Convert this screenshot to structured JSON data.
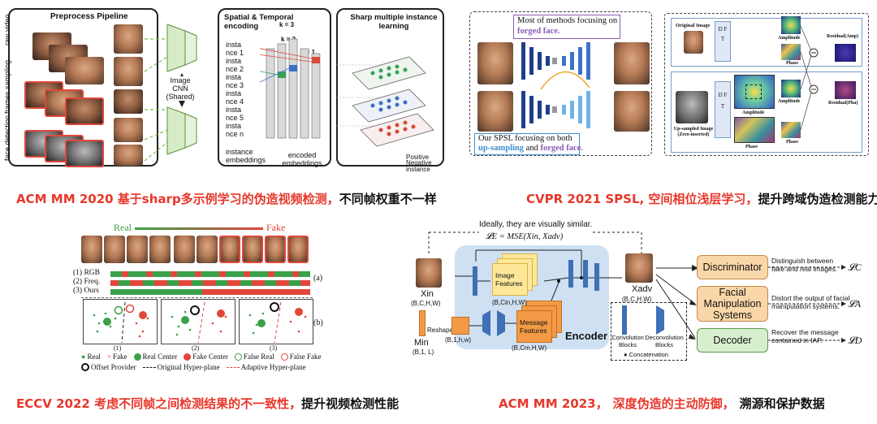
{
  "panel1": {
    "title_pipeline": "Preprocess Pipeline",
    "title_encoding": "Spatial & Temporal encoding",
    "k_labels": [
      "k = 3",
      "k = 2",
      "k = 1"
    ],
    "title_mil": "Sharp multiple instance learning",
    "left_labels": [
      "raw video",
      "frames sampling",
      "face detection"
    ],
    "cnn_label": "Image CNN (Shared)",
    "instance_items": [
      "insta",
      "nce 1",
      "insta",
      "nce 2",
      "insta",
      "nce 3",
      "insta",
      "nce 4",
      "insta",
      "nce 5",
      "insta",
      "nce n"
    ],
    "label_instance_embeddings": "instance embeddings",
    "label_encoded_embeddings": "encoded embeddings",
    "label_positive": "Positive",
    "label_negative": "Negative instance",
    "caption_red": "ACM MM 2020 基于sharp多示例学习的伪造视频检测，",
    "caption_black": "不同帧权重不一样"
  },
  "panel2": {
    "top_note_1": "Most of methods focusing on",
    "top_note_2": "forged face.",
    "bottom_note_1": "Our SPSL focusing on both",
    "bottom_note_2a": "up-sampling",
    "bottom_note_2b": " and ",
    "bottom_note_2c": "forged face.",
    "label_original": "Original Image",
    "label_upsampled": "Up-sampled Image (Zero-inserted)",
    "label_dft": "D F T",
    "label_amplitude": "Amplitude",
    "label_phase": "Phase",
    "label_residual_amp": "Residual(Amp)",
    "label_residual_pha": "Residual(Pha)",
    "caption_red": "CVPR 2021 SPSL, 空间相位浅层学习，",
    "caption_black": "提升跨域伪造检测能力"
  },
  "panel3": {
    "label_real": "Real",
    "label_fake": "Fake",
    "rows": [
      "(1) RGB",
      "(2) Freq.",
      "(3) Ours"
    ],
    "tag_a": "(a)",
    "tag_b": "(b)",
    "sub_labels": [
      "(1)",
      "(2)",
      "(3)"
    ],
    "legend": {
      "real": "Real",
      "fake": "Fake",
      "real_center": "Real Center",
      "fake_center": "Fake Center",
      "false_real": "False Real",
      "false_fake": "False Fake",
      "offset_provider": "Offset Provider",
      "original_hyperplane": "Original Hyper-plane",
      "adaptive_hyperplane": "Adaptive Hyper-plane"
    },
    "caption_red": "ECCV 2022 考虑不同帧之间检测结果的不一致性，",
    "caption_black": "提升视频检测性能"
  },
  "panel4": {
    "top_note": "Ideally, they are visually similar.",
    "loss_formula": "𝓛E = MSE(Xin, Xadv)",
    "x_in": "Xin",
    "x_in_shape": "(B,C,H,W)",
    "m_in": "Min",
    "m_in_shape": "(B,1, L)",
    "reshape": "Reshape",
    "shape_1hw": "(B,1,h,w)",
    "image_features": "Image Features",
    "image_features_shape": "(B,Cin,H,W)",
    "message_features": "Message Features",
    "message_features_shape": "(B,Cm,H,W)",
    "encoder": "Encoder",
    "x_adv": "Xadv",
    "x_adv_shape": "(B,C,H,W)",
    "legend_conv": "Convolution Blocks",
    "legend_deconv": "Deconvolution Blocks",
    "legend_concat": "Concatenation",
    "discriminator": "Discriminator",
    "facial_manip": "Facial Manipulation Systems",
    "decoder": "Decoder",
    "note_disc": "Distinguish between fake and real images.",
    "note_manip": "Distort the output of facial manipulation systems.",
    "note_dec": "Recover the message contained in IAP.",
    "loss_c": "𝓛C",
    "loss_a": "𝓛A",
    "loss_d": "𝓛D",
    "caption_red_1": "ACM MM 2023，",
    "caption_red_2": "深度伪造的主动防御，",
    "caption_black": "溯源和保护数据"
  },
  "colors": {
    "caption_red": "#e8372a",
    "real_green": "#3aa14a",
    "fake_red": "#e0473a",
    "encoder_bg": "#cfe0f3",
    "feature_yellow": "#fde89a",
    "feature_orange": "#f29a45",
    "flow_green": "#d8efcf",
    "flow_orange": "#f9d7a8"
  }
}
